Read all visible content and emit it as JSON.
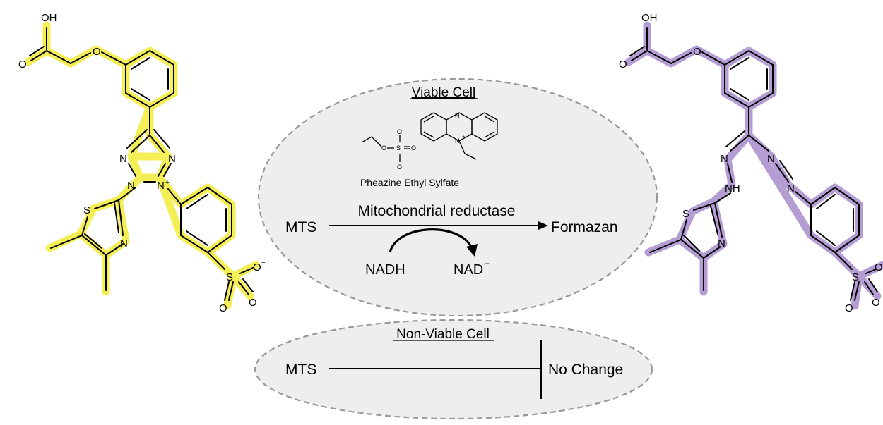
{
  "colors": {
    "mts_glow": "#f3ec3a",
    "formazan_glow": "#9b7cc4",
    "ellipse_fill": "#eeeeee",
    "ellipse_stroke": "#999999",
    "ink": "#000000"
  },
  "viable": {
    "title": "Viable Cell",
    "reagent_name": "Pheazine Ethyl Sylfate",
    "substrate": "MTS",
    "enzyme": "Mitochondrial reductase",
    "product": "Formazan",
    "cofactor_in": "NADH",
    "cofactor_out_base": "NAD",
    "cofactor_out_sup": "+"
  },
  "nonviable": {
    "title": "Non-Viable Cell",
    "substrate": "MTS",
    "result": "No Change"
  },
  "atoms": {
    "oh": "OH",
    "o": "O",
    "n": "N",
    "s": "S",
    "nplus_sup": "+",
    "minus_sup": "−",
    "nh": "NH"
  }
}
